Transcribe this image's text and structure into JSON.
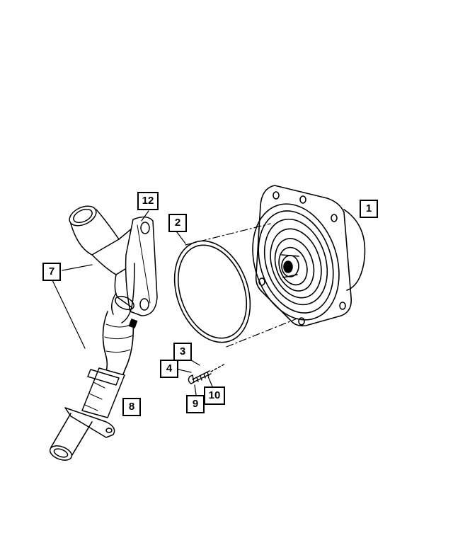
{
  "callouts": {
    "c1": "1",
    "c2": "2",
    "c3": "3",
    "c4": "4",
    "c7": "7",
    "c8": "8",
    "c9": "9",
    "c10": "10",
    "c12": "12"
  }
}
